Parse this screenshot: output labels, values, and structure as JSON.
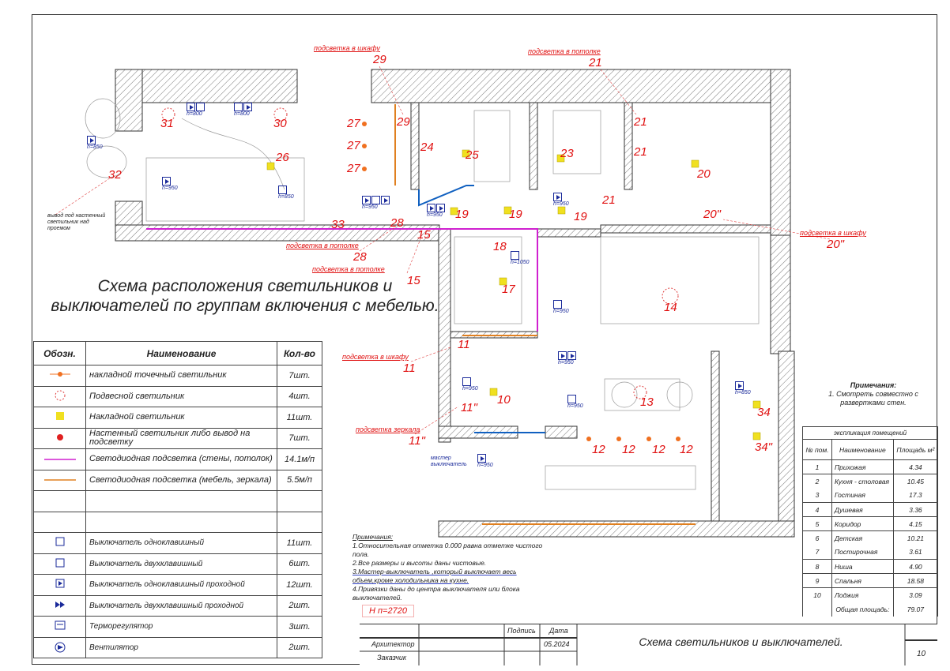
{
  "drawing_title": "Схема расположения светильников и выключателей по группам  включения с мебелью.",
  "callouts": [
    {
      "text": "подсветка в шкафу",
      "num": "29"
    },
    {
      "text": "подсветка в потолке",
      "num": "21"
    },
    {
      "text": "подсветка в шкафу",
      "num": "20\""
    },
    {
      "text": "подсветка в потолке",
      "num": "28"
    },
    {
      "text": "подсветка в потолке",
      "num": "15"
    },
    {
      "text": "подсветка в шкафу",
      "num": "11"
    },
    {
      "text": "подсветка зеркала",
      "num": "11\""
    }
  ],
  "fixture_numbers": [
    "31",
    "30",
    "32",
    "26",
    "27",
    "27",
    "27",
    "29",
    "24",
    "25",
    "23",
    "21",
    "21",
    "21",
    "20",
    "20\"",
    "19",
    "19",
    "19",
    "28",
    "15",
    "33",
    "18",
    "17",
    "14",
    "11",
    "10",
    "11\"",
    "13",
    "12",
    "12",
    "12",
    "12",
    "34",
    "34\""
  ],
  "switch_labels": [
    "h=850",
    "h=800",
    "h=800",
    "h=950",
    "h=850",
    "h=950",
    "h=950",
    "h=950",
    "h=1050",
    "h=950",
    "h=950",
    "h=950",
    "h=950",
    "h=850",
    "h=950"
  ],
  "plan_notes": {
    "left_note": "вывод под настенный светильник над проемом",
    "master_switch": "мастер выключатель"
  },
  "legend": {
    "headers": [
      "Обозн.",
      "Наименование",
      "Кол-во"
    ],
    "rows": [
      {
        "icon": "orange-dot-icon",
        "name": "накладной точечный светильник",
        "qty": "7шт."
      },
      {
        "icon": "pendant-lamp-icon",
        "name": "Подвесной светильник",
        "qty": "4шт."
      },
      {
        "icon": "yellow-square-icon",
        "name": "Накладной светильник",
        "qty": "11шт."
      },
      {
        "icon": "wall-lamp-icon",
        "name": "Настенный светильник либо вывод на подсветку",
        "qty": "7шт."
      },
      {
        "icon": "magenta-line-icon",
        "name": "Светодиодная подсветка (стены, потолок)",
        "qty": "14.1м/п"
      },
      {
        "icon": "orange-line-icon",
        "name": "Светодиодная подсветка (мебель, зеркала)",
        "qty": "5.5м/п"
      },
      {
        "icon": "",
        "name": "",
        "qty": ""
      },
      {
        "icon": "",
        "name": "",
        "qty": ""
      },
      {
        "icon": "switch-single-icon",
        "name": "Выключатель одноклавишный",
        "qty": "11шт."
      },
      {
        "icon": "switch-double-icon",
        "name": "Выключатель двухклавишный",
        "qty": "6шт."
      },
      {
        "icon": "pass-switch-single-icon",
        "name": "Выключатель одноклавишный проходной",
        "qty": "12шт."
      },
      {
        "icon": "pass-switch-double-icon",
        "name": "Выключатель двухклавишный проходной",
        "qty": "2шт."
      },
      {
        "icon": "thermostat-icon",
        "name": "Терморегулятор",
        "qty": "3шт."
      },
      {
        "icon": "fan-icon",
        "name": "Вентилятор",
        "qty": "2шт."
      }
    ]
  },
  "remarks": {
    "title": "Примечания:",
    "text": "1. Смотреть совместно с развертками стен."
  },
  "rooms": {
    "caption": "экспликация помещений",
    "headers": [
      "№ пом.",
      "Наименование",
      "Площадь м²"
    ],
    "rows": [
      [
        "1",
        "Прихожая",
        "4.34"
      ],
      [
        "2",
        "Кухня - столовая",
        "10.45"
      ],
      [
        "3",
        "Гостиная",
        "17.3"
      ],
      [
        "4",
        "Душевая",
        "3.36"
      ],
      [
        "5",
        "Коридор",
        "4.15"
      ],
      [
        "6",
        "Детская",
        "10.21"
      ],
      [
        "7",
        "Постирочная",
        "3.61"
      ],
      [
        "8",
        "Ниша",
        "4.90"
      ],
      [
        "9",
        "Спальня",
        "18.58"
      ],
      [
        "10",
        "Лоджия",
        "3.09"
      ]
    ],
    "total_label": "Общая площадь:",
    "total": "79.07"
  },
  "notes": {
    "title": "Примечания:",
    "items": [
      "1.Относительная отметка 0.000 равна отметке чистого пола.",
      "2.Все размеры и высоты даны чистовые.",
      "3.Мастер-выключатель ,который выключает весь объем,кроме холодильника на кухне.",
      "4.Привязки даны до центра выключателя или блока выключателей."
    ],
    "height": "H п=2720"
  },
  "title_block": {
    "sign": "Подпись",
    "date_label": "Дата",
    "architect": "Архитектор",
    "date": "05.2024",
    "client": "Заказчик",
    "sheet_title": "Схема светильников и выключателей.",
    "sheet": "10"
  }
}
